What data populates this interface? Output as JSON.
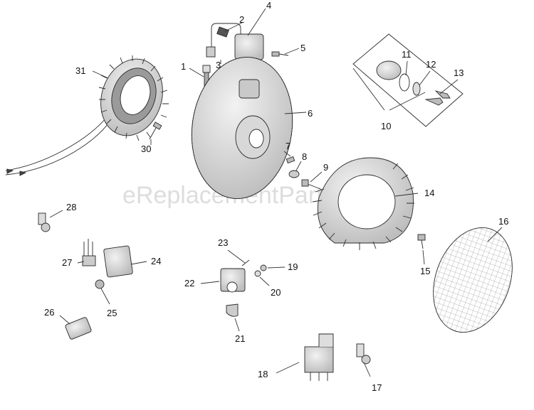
{
  "watermark": "eReplacementParts.com",
  "callouts": [
    "1",
    "2",
    "3",
    "4",
    "5",
    "6",
    "7",
    "8",
    "9",
    "10",
    "11",
    "12",
    "13",
    "14",
    "15",
    "16",
    "17",
    "18",
    "19",
    "20",
    "21",
    "22",
    "23",
    "24",
    "25",
    "26",
    "27",
    "28",
    "30",
    "31"
  ]
}
